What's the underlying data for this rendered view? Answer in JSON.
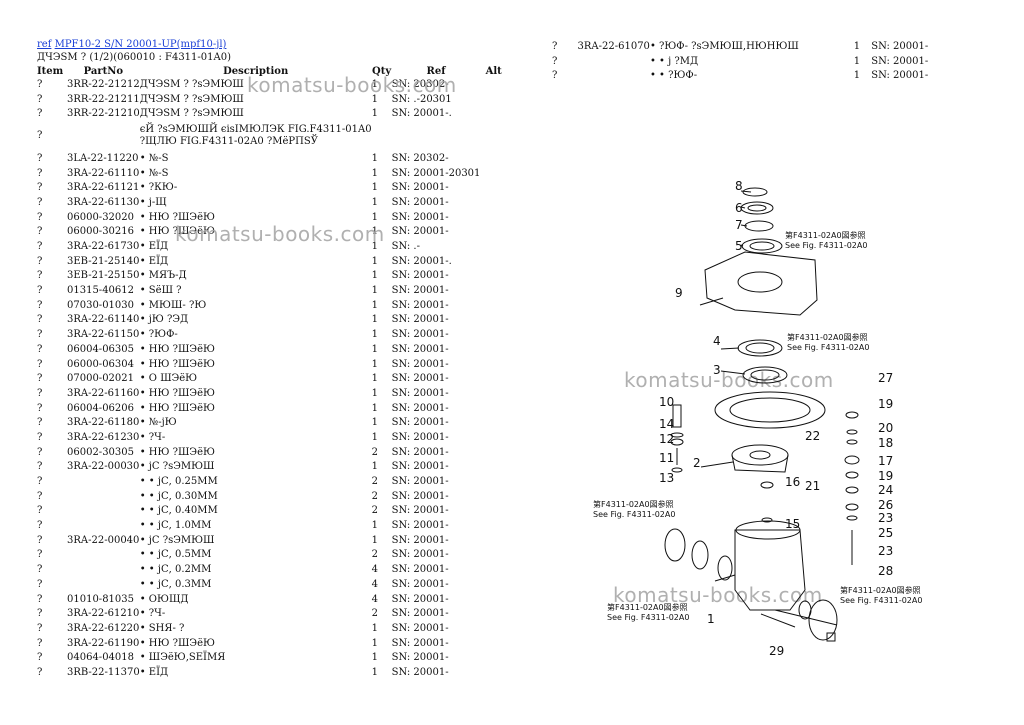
{
  "header": {
    "link_ref": "ref",
    "link_title": "MPF10-2 S/N 20001-UP(mpf10-jl)",
    "subtitle": "ДЧЭSМ ? (1/2)(060010 : F4311-01A0)"
  },
  "columns": {
    "item": "Item",
    "partno": "PartNo",
    "description": "Description",
    "qty": "Qty",
    "ref": "Ref",
    "alt": "Alt"
  },
  "rows": [
    {
      "item": "?",
      "pn": "3RR-22-21212",
      "desc": "ДЧЭSМ ? ?sЭМЮШ",
      "qty": "1",
      "ref": "SN: 20302-"
    },
    {
      "item": "?",
      "pn": "3RR-22-21211",
      "desc": "ДЧЭSМ ? ?sЭМЮШ",
      "qty": "1",
      "ref": "SN: .-20301"
    },
    {
      "item": "?",
      "pn": "3RR-22-21210",
      "desc": "ДЧЭSМ ? ?sЭМЮШ",
      "qty": "1",
      "ref": "SN: 20001-."
    },
    {
      "item": "?",
      "pn": "",
      "desc": "єЙ ?sЭМЮШЙ єisIМЮЛЭК FIG.F4311-01A0",
      "desc2": "?ЩЛЮ FIG.F4311-02A0 ?МёРПSЎ",
      "qty": "",
      "ref": ""
    },
    {
      "item": "?",
      "pn": "3LA-22-11220",
      "desc": "• №-S",
      "qty": "1",
      "ref": "SN: 20302-"
    },
    {
      "item": "?",
      "pn": "3RA-22-61110",
      "desc": "• №-S",
      "qty": "1",
      "ref": "SN: 20001-20301"
    },
    {
      "item": "?",
      "pn": "3RA-22-61121",
      "desc": "• ?КЮ-",
      "qty": "1",
      "ref": "SN: 20001-"
    },
    {
      "item": "?",
      "pn": "3RA-22-61130",
      "desc": "• ј-Щ",
      "qty": "1",
      "ref": "SN: 20001-"
    },
    {
      "item": "?",
      "pn": "06000-32020",
      "desc": "• НЮ ?ШЭёЮ",
      "qty": "1",
      "ref": "SN: 20001-"
    },
    {
      "item": "?",
      "pn": "06000-30216",
      "desc": "• НЮ ?ШЭёЮ",
      "qty": "1",
      "ref": "SN: 20001-"
    },
    {
      "item": "?",
      "pn": "3RA-22-61730",
      "desc": "• ЕЇД",
      "qty": "1",
      "ref": "SN: .-"
    },
    {
      "item": "?",
      "pn": "3EB-21-25140",
      "desc": "• ЕЇД",
      "qty": "1",
      "ref": "SN: 20001-."
    },
    {
      "item": "?",
      "pn": "3EB-21-25150",
      "desc": "• МЯЪ-Д",
      "qty": "1",
      "ref": "SN: 20001-"
    },
    {
      "item": "?",
      "pn": "01315-40612",
      "desc": "• SёШ ?",
      "qty": "1",
      "ref": "SN: 20001-"
    },
    {
      "item": "?",
      "pn": "07030-01030",
      "desc": "• МЮШ- ?Ю",
      "qty": "1",
      "ref": "SN: 20001-"
    },
    {
      "item": "?",
      "pn": "3RA-22-61140",
      "desc": "• јЮ ?ЭД",
      "qty": "1",
      "ref": "SN: 20001-"
    },
    {
      "item": "?",
      "pn": "3RA-22-61150",
      "desc": "• ?ЮФ-",
      "qty": "1",
      "ref": "SN: 20001-"
    },
    {
      "item": "?",
      "pn": "06004-06305",
      "desc": "• НЮ ?ШЭёЮ",
      "qty": "1",
      "ref": "SN: 20001-"
    },
    {
      "item": "?",
      "pn": "06000-06304",
      "desc": "• НЮ ?ШЭёЮ",
      "qty": "1",
      "ref": "SN: 20001-"
    },
    {
      "item": "?",
      "pn": "07000-02021",
      "desc": "• О ШЭёЮ",
      "qty": "1",
      "ref": "SN: 20001-"
    },
    {
      "item": "?",
      "pn": "3RA-22-61160",
      "desc": "• НЮ ?ШЭёЮ",
      "qty": "1",
      "ref": "SN: 20001-"
    },
    {
      "item": "?",
      "pn": "06004-06206",
      "desc": "• НЮ ?ШЭёЮ",
      "qty": "1",
      "ref": "SN: 20001-"
    },
    {
      "item": "?",
      "pn": "3RA-22-61180",
      "desc": "• №-јЮ",
      "qty": "1",
      "ref": "SN: 20001-"
    },
    {
      "item": "?",
      "pn": "3RA-22-61230",
      "desc": "• ?Ч-",
      "qty": "1",
      "ref": "SN: 20001-"
    },
    {
      "item": "?",
      "pn": "06002-30305",
      "desc": "• НЮ ?ШЭёЮ",
      "qty": "2",
      "ref": "SN: 20001-"
    },
    {
      "item": "?",
      "pn": "3RA-22-00030",
      "desc": "• јС ?sЭМЮШ",
      "qty": "1",
      "ref": "SN: 20001-"
    },
    {
      "item": "?",
      "pn": "",
      "desc": "• • јС, 0.25ММ",
      "qty": "2",
      "ref": "SN: 20001-"
    },
    {
      "item": "?",
      "pn": "",
      "desc": "• • јС, 0.30ММ",
      "qty": "2",
      "ref": "SN: 20001-"
    },
    {
      "item": "?",
      "pn": "",
      "desc": "• • јС, 0.40ММ",
      "qty": "2",
      "ref": "SN: 20001-"
    },
    {
      "item": "?",
      "pn": "",
      "desc": "• • јС, 1.0ММ",
      "qty": "1",
      "ref": "SN: 20001-"
    },
    {
      "item": "?",
      "pn": "3RA-22-00040",
      "desc": "• јС ?sЭМЮШ",
      "qty": "1",
      "ref": "SN: 20001-"
    },
    {
      "item": "?",
      "pn": "",
      "desc": "• • јС, 0.5ММ",
      "qty": "2",
      "ref": "SN: 20001-"
    },
    {
      "item": "?",
      "pn": "",
      "desc": "• • јС, 0.2ММ",
      "qty": "4",
      "ref": "SN: 20001-"
    },
    {
      "item": "?",
      "pn": "",
      "desc": "• • јС, 0.3ММ",
      "qty": "4",
      "ref": "SN: 20001-"
    },
    {
      "item": "?",
      "pn": "01010-81035",
      "desc": "• ОЮЩД",
      "qty": "4",
      "ref": "SN: 20001-"
    },
    {
      "item": "?",
      "pn": "3RA-22-61210",
      "desc": "• ?Ч-",
      "qty": "2",
      "ref": "SN: 20001-"
    },
    {
      "item": "?",
      "pn": "3RA-22-61220",
      "desc": "• SНЯ- ?",
      "qty": "1",
      "ref": "SN: 20001-"
    },
    {
      "item": "?",
      "pn": "3RA-22-61190",
      "desc": "• НЮ ?ШЭёЮ",
      "qty": "1",
      "ref": "SN: 20001-"
    },
    {
      "item": "?",
      "pn": "04064-04018",
      "desc": "• ШЭёЮ,SЕЇМЯ",
      "qty": "1",
      "ref": "SN: 20001-"
    },
    {
      "item": "?",
      "pn": "3RB-22-11370",
      "desc": "• ЕЇД",
      "qty": "1",
      "ref": "SN: 20001-"
    }
  ],
  "rows2": [
    {
      "item": "?",
      "pn": "3RA-22-61070",
      "desc": "• ?ЮФ- ?sЭМЮШ,НЮНЮШ",
      "qty": "1",
      "ref": "SN: 20001-"
    },
    {
      "item": "?",
      "pn": "",
      "desc": "• • ј ?МД",
      "qty": "1",
      "ref": "SN: 20001-"
    },
    {
      "item": "?",
      "pn": "",
      "desc": "• • ?ЮФ-",
      "qty": "1",
      "ref": "SN: 20001-"
    }
  ],
  "watermark": "komatsu-books.com",
  "diagram": {
    "callouts": [
      "1",
      "2",
      "3",
      "4",
      "5",
      "6",
      "7",
      "8",
      "9",
      "10",
      "11",
      "12",
      "13",
      "14",
      "15",
      "16",
      "17",
      "18",
      "19",
      "20",
      "21",
      "22",
      "23",
      "24",
      "25",
      "26",
      "27",
      "28",
      "29"
    ],
    "note_jp": "第F4311-02A0図参照",
    "note_en": "See Fig. F4311-02A0"
  },
  "colors": {
    "link": "#1a3fd6",
    "watermark": "#a8a8a8"
  }
}
